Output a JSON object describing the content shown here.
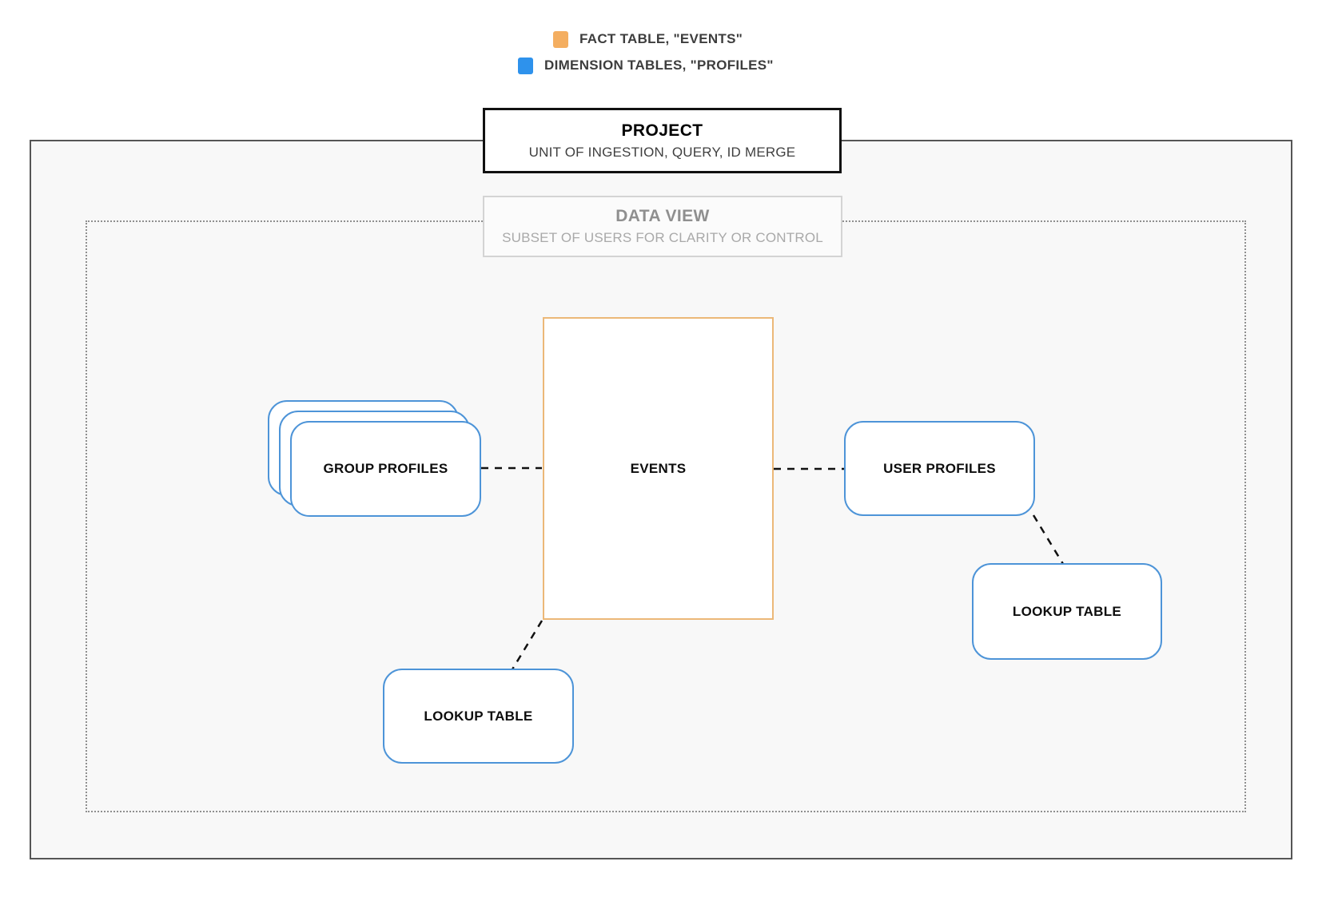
{
  "legend": {
    "items": [
      {
        "id": "fact",
        "label": "FACT TABLE, \"EVENTS\"",
        "swatch_color": "#F4AE60"
      },
      {
        "id": "dimension",
        "label": "DIMENSION TABLES, \"PROFILES\"",
        "swatch_color": "#2E92EC"
      }
    ]
  },
  "project": {
    "title": "PROJECT",
    "subtitle": "UNIT OF INGESTION, QUERY, ID MERGE"
  },
  "data_view": {
    "title": "DATA VIEW",
    "subtitle": "SUBSET OF USERS FOR CLARITY OR CONTROL"
  },
  "nodes": {
    "events": {
      "label": "EVENTS"
    },
    "group_profiles": {
      "label": "GROUP PROFILES"
    },
    "user_profiles": {
      "label": "USER PROFILES"
    },
    "lookup_table_bottom": {
      "label": "LOOKUP TABLE"
    },
    "lookup_table_right": {
      "label": "LOOKUP TABLE"
    }
  },
  "colors": {
    "fact_swatch": "#F4AE60",
    "fact_node_border": "#ECB878",
    "dimension_swatch": "#2E92EC",
    "dimension_node_border": "#4D94D8",
    "connector": "#111111",
    "outer_container_border": "#565656",
    "inner_container_border": "#8F8F8F"
  }
}
